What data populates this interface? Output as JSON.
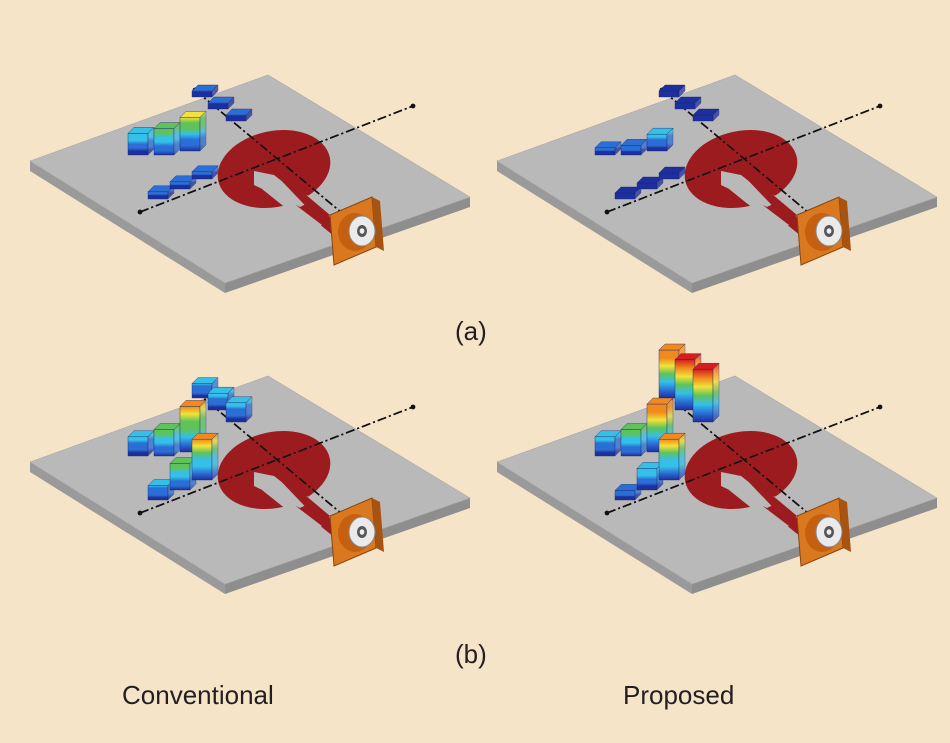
{
  "labels": {
    "row_a": "(a)",
    "row_b": "(b)",
    "col_conventional": "Conventional",
    "col_proposed": "Proposed"
  },
  "colors": {
    "background": "#f6e4c9",
    "plate_top": "#b9b9b9",
    "plate_side": "#8e8e8e",
    "patch": "#9b1b1e",
    "connector": "#d9781e",
    "colormap": [
      "#1d2f9e",
      "#2b6fd6",
      "#35c0e8",
      "#5ec35a",
      "#f2e23a",
      "#f08a1e",
      "#d21f1f"
    ]
  },
  "panels": [
    {
      "id": "a-conventional",
      "row": "a",
      "column": "Conventional",
      "element_heights": {
        "upper_arm": [
          0.1,
          0.1,
          0.1
        ],
        "diagonal_arm": [
          0.45,
          0.55,
          0.7
        ],
        "lower_arm": [
          0.15,
          0.15,
          0.15
        ]
      }
    },
    {
      "id": "a-proposed",
      "row": "a",
      "column": "Proposed",
      "element_heights": {
        "upper_arm": [
          0.08,
          0.08,
          0.08
        ],
        "diagonal_arm": [
          0.15,
          0.2,
          0.35
        ],
        "lower_arm": [
          0.08,
          0.08,
          0.08
        ]
      }
    },
    {
      "id": "b-conventional",
      "row": "b",
      "column": "Conventional",
      "element_heights": {
        "upper_arm": [
          0.3,
          0.35,
          0.4
        ],
        "diagonal_arm": [
          0.4,
          0.55,
          0.95
        ],
        "lower_arm": [
          0.3,
          0.55,
          0.85
        ]
      }
    },
    {
      "id": "b-proposed",
      "row": "b",
      "column": "Proposed",
      "element_heights": {
        "upper_arm": [
          1.0,
          1.05,
          1.1
        ],
        "diagonal_arm": [
          0.4,
          0.55,
          1.0
        ],
        "lower_arm": [
          0.2,
          0.45,
          0.85
        ]
      }
    }
  ]
}
